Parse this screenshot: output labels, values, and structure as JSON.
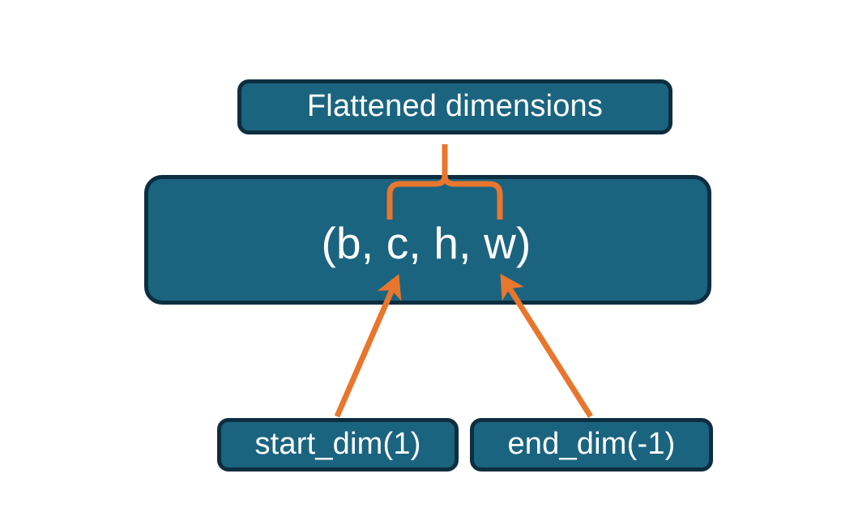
{
  "diagram": {
    "title_node": {
      "label": "Flattened dimensions",
      "name": "flattened-dimensions-node"
    },
    "tuple_node": {
      "label": "(b, c, h, w)",
      "name": "tensor-shape-node"
    },
    "start_node": {
      "label": "start_dim(1)",
      "name": "start-dim-node"
    },
    "end_node": {
      "label": "end_dim(-1)",
      "name": "end-dim-node"
    },
    "connectors": [
      {
        "name": "brace-to-flattened",
        "kind": "curly-brace",
        "from": "tuple_node",
        "to": "title_node",
        "spans": "c, h, w"
      },
      {
        "name": "arrow-start-dim",
        "kind": "arrow",
        "from": "start_node",
        "to": "tuple_node"
      },
      {
        "name": "arrow-end-dim",
        "kind": "arrow",
        "from": "end_node",
        "to": "tuple_node"
      }
    ],
    "colors": {
      "node_fill": "#1b6480",
      "node_border": "#0d2e40",
      "node_text": "#ffffff",
      "connector": "#e8762c",
      "background": "#ffffff"
    }
  }
}
